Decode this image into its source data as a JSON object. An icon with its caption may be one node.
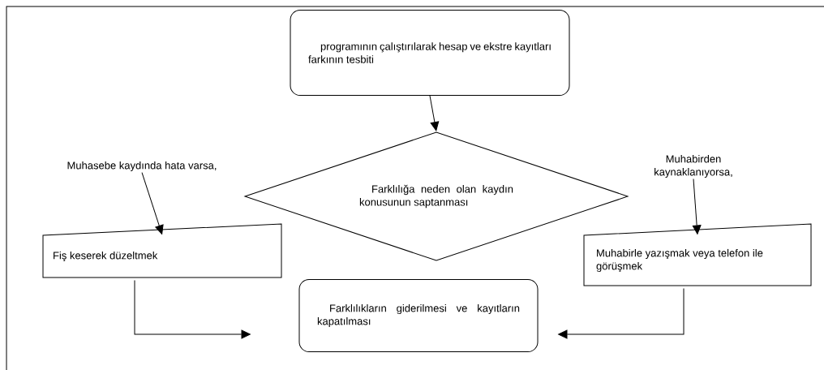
{
  "diagram": {
    "nodes": [
      {
        "text": [
          "programının çalıştırılarak hesap ve ekstre kayıtları farkının tesbiti"
        ]
      },
      {
        "text": [
          "Farklılığa neden olan kaydın konusunun saptanması"
        ]
      },
      {
        "text": [
          "Muhasebe kaydında hata varsa,"
        ]
      },
      {
        "text": [
          "Fiş keserek düzeltmek"
        ]
      },
      {
        "text": [
          "Muhabirden kaynaklanıyorsa,"
        ]
      },
      {
        "text": [
          "Muhabirle yazışmak veya telefon ile görüşmek"
        ]
      },
      {
        "text": [
          "Farklılıkların giderilmesi ve kayıtların kapatılması"
        ]
      }
    ],
    "edges": [
      {
        "from": 0,
        "to": 1,
        "arrow": "to"
      },
      {
        "from": 2,
        "to": 3,
        "arrow": "to"
      },
      {
        "from": 4,
        "to": 5,
        "arrow": "to"
      },
      {
        "from": 3,
        "to": 6,
        "arrow": "to"
      },
      {
        "from": 5,
        "to": 6,
        "arrow": "to"
      }
    ]
  }
}
